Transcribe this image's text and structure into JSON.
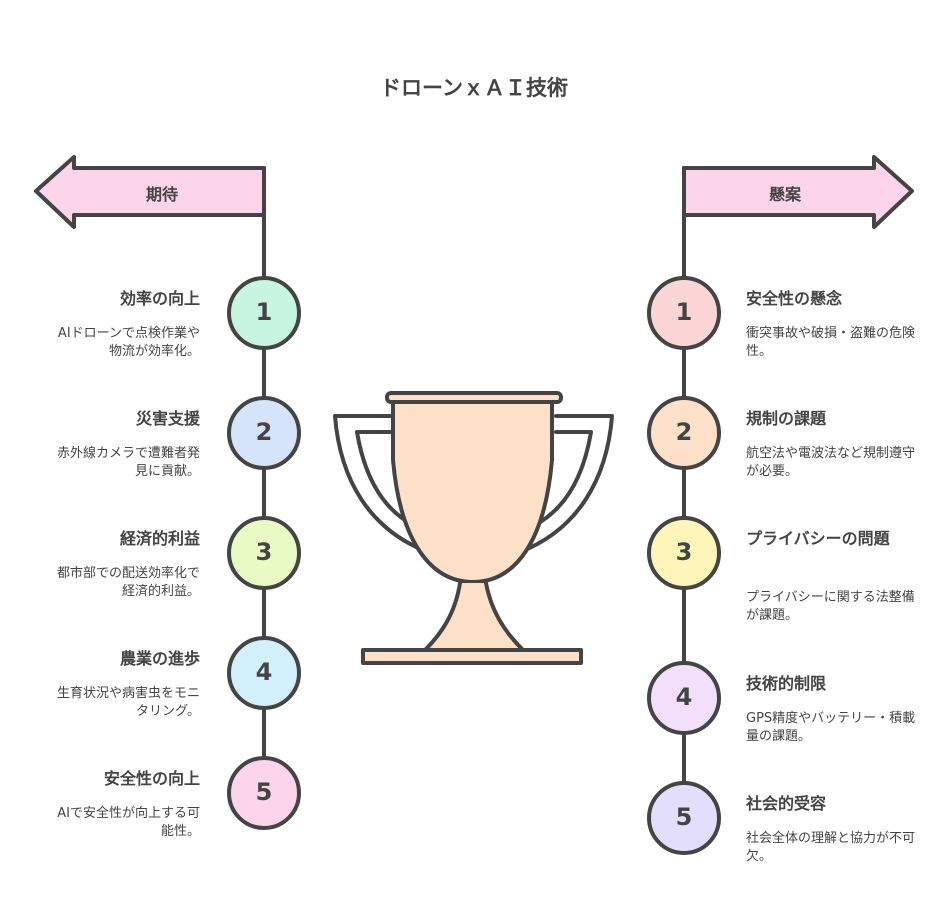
{
  "title": "ドローンｘＡＩ技術",
  "left": {
    "label": "期待",
    "items": [
      {
        "num": "1",
        "title": "効率の向上",
        "desc": "AIドローンで点検作業や物流が効率化。",
        "color": "#c8f5e0"
      },
      {
        "num": "2",
        "title": "災害支援",
        "desc": "赤外線カメラで遭難者発見に貢献。",
        "color": "#d6e4fb"
      },
      {
        "num": "3",
        "title": "経済的利益",
        "desc": "都市部での配送効率化で経済的利益。",
        "color": "#e9fbc4"
      },
      {
        "num": "4",
        "title": "農業の進歩",
        "desc": "生育状況や病害虫をモニタリング。",
        "color": "#d2f0fb"
      },
      {
        "num": "5",
        "title": "安全性の向上",
        "desc": "AIで安全性が向上する可能性。",
        "color": "#fcd5ea"
      }
    ]
  },
  "right": {
    "label": "懸案",
    "items": [
      {
        "num": "1",
        "title": "安全性の懸念",
        "desc": "衝突事故や破損・盗難の危険性。",
        "color": "#fcd6d6"
      },
      {
        "num": "2",
        "title": "規制の課題",
        "desc": "航空法や電波法など規制遵守が必要。",
        "color": "#fde0c8"
      },
      {
        "num": "3",
        "title": "プライバシーの問題",
        "desc": "プライバシーに関する法整備が課題。",
        "color": "#fdf6b8"
      },
      {
        "num": "4",
        "title": "技術的制限",
        "desc": "GPS精度やバッテリー・積載量の課題。",
        "color": "#f1dffb"
      },
      {
        "num": "5",
        "title": "社会的受容",
        "desc": "社会全体の理解と協力が不可欠。",
        "color": "#e3defb"
      }
    ]
  },
  "colors": {
    "arrow": "#fcd5ea",
    "trophy": "#fde0c8",
    "stroke": "#444444"
  }
}
